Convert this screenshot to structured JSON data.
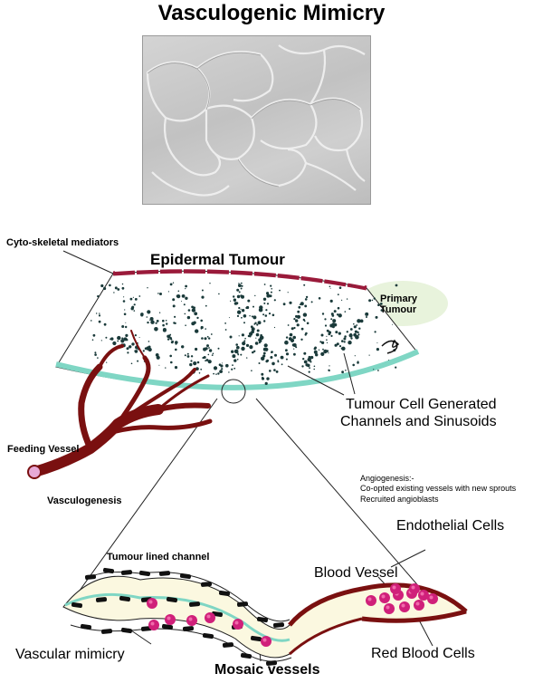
{
  "title": "Vasculogenic Mimicry",
  "labels": {
    "cyto": "Cyto-skeletal mediators",
    "epidermal": "Epidermal Tumour",
    "primary": "Primary\nTumour",
    "tumour_channels": "Tumour Cell Generated\nChannels and Sinusoids",
    "feeding": "Feeding Vessel",
    "vasculogenesis": "Vasculogenesis",
    "angiogenesis": "Angiogenesis:-\nCo-opted existing vessels with new sprouts\nRecruited angioblasts",
    "endothelial": "Endothelial Cells",
    "blood_vessel": "Blood Vessel",
    "tumour_lined": "Tumour lined channel",
    "vascular_mimicry": "Vascular mimicry",
    "mosaic": "Mosaic vessels",
    "rbc": "Red Blood Cells"
  },
  "colors": {
    "vessel": "#7a1010",
    "vessel_light": "#a52020",
    "membrane": "#7fd6c4",
    "rbc": "#d0207a",
    "channel_fill": "#fbf8e0",
    "tumour_dots": "#1a3a3a"
  }
}
